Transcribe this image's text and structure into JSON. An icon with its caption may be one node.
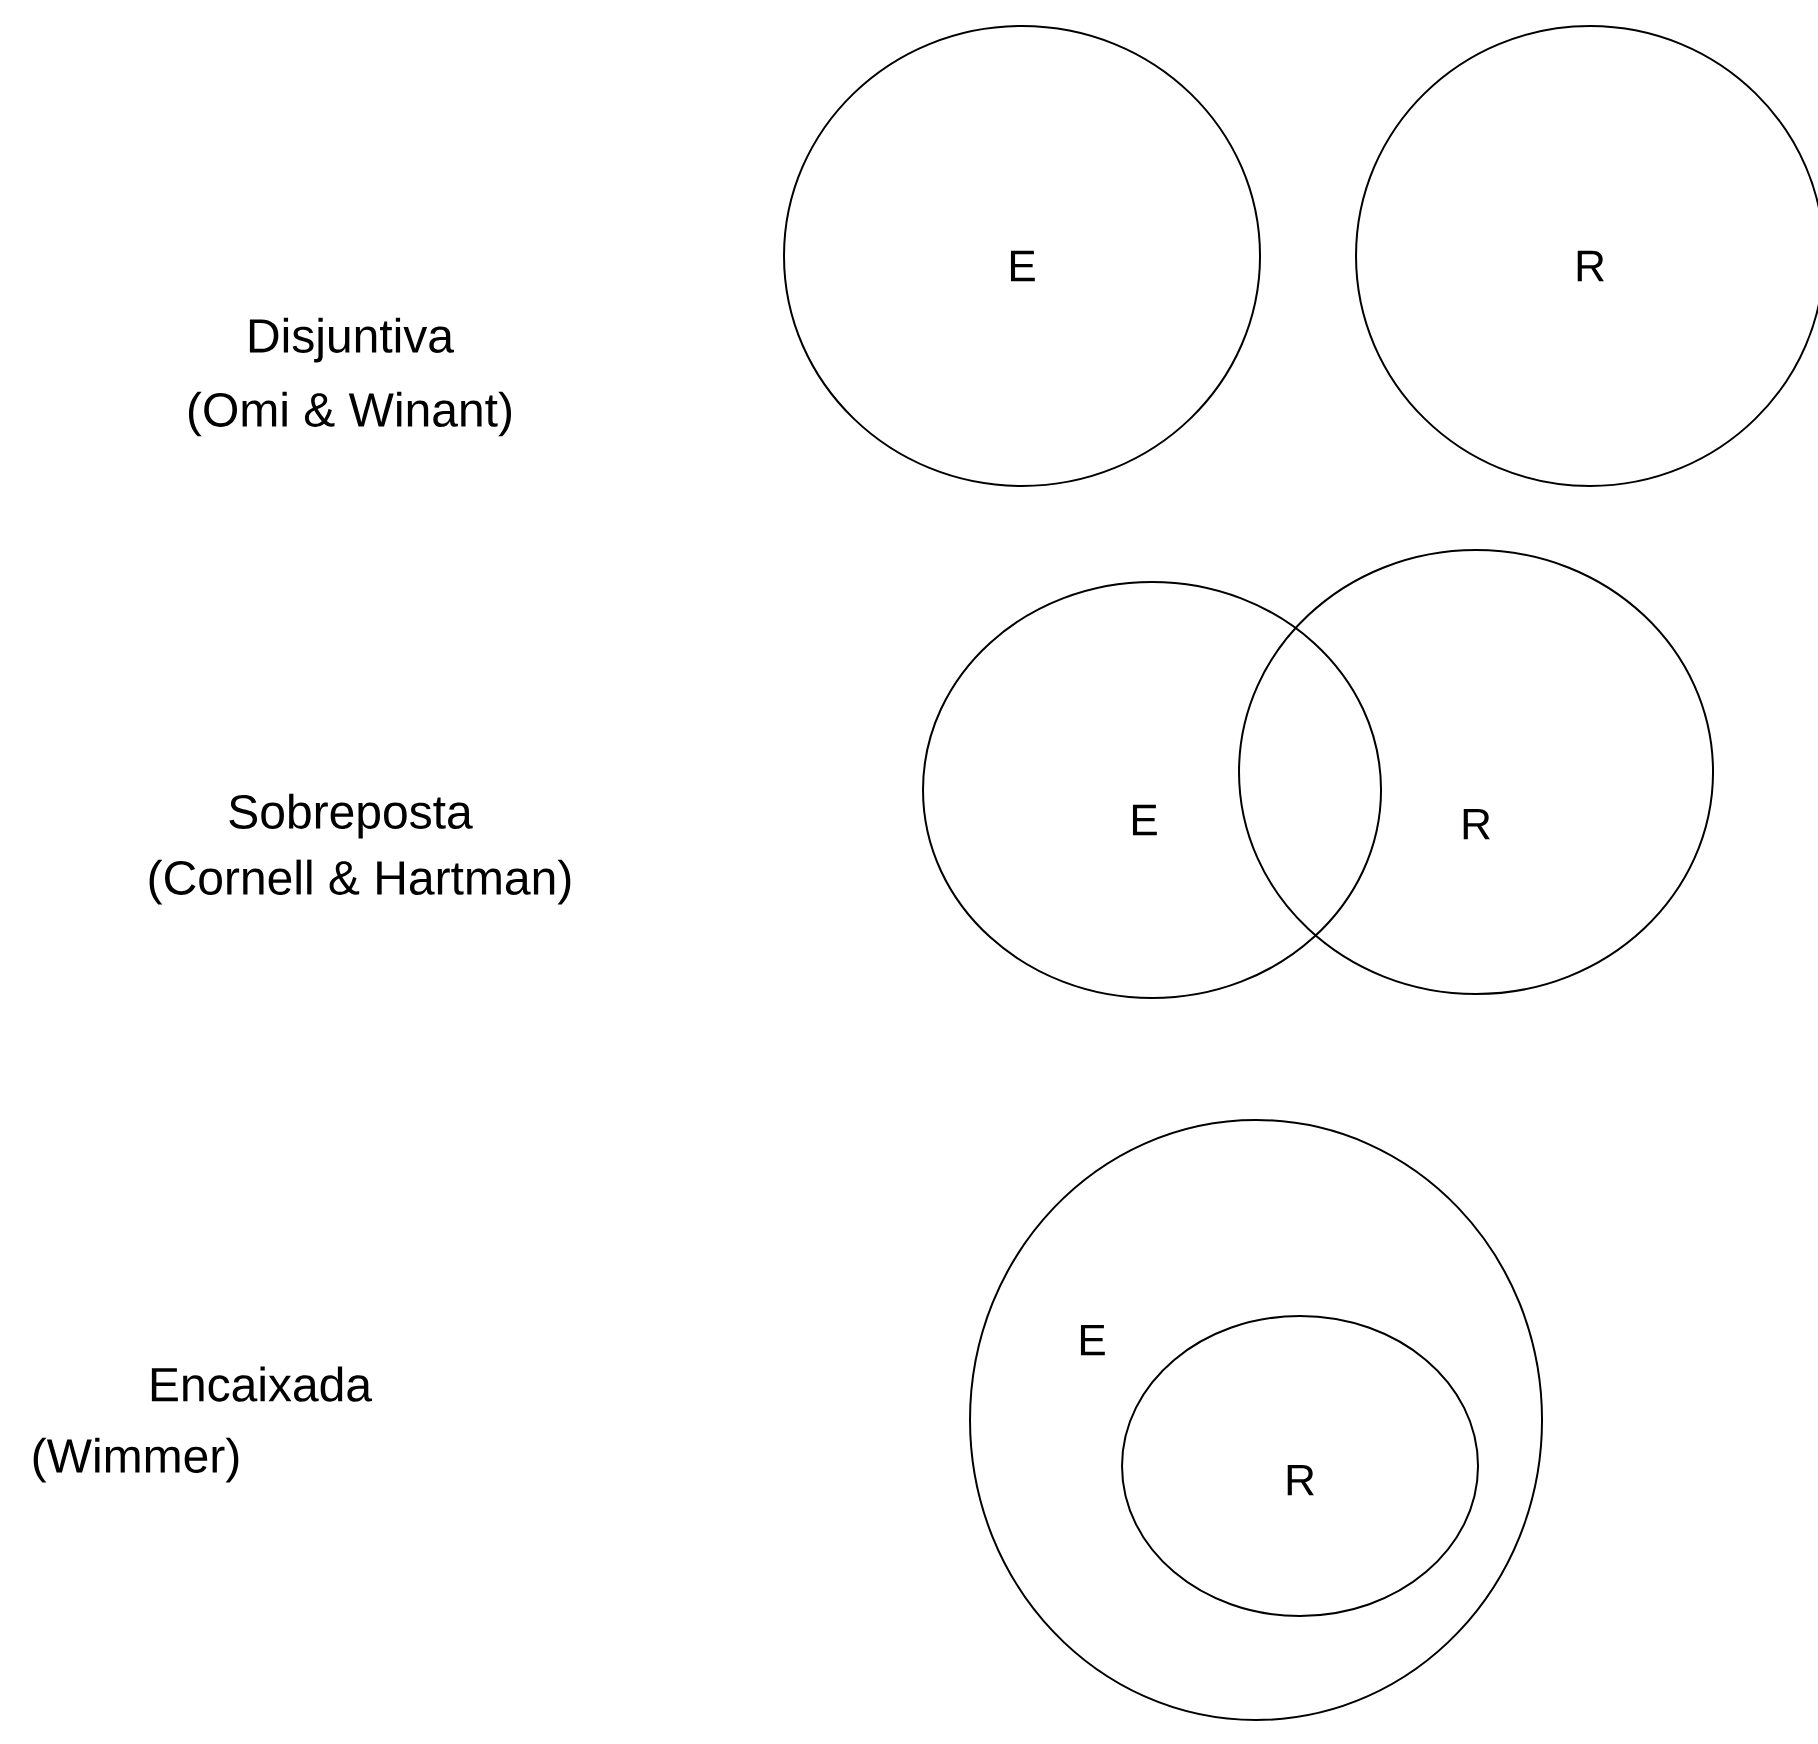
{
  "diagram": {
    "nodes": [
      {
        "text": [
          "E"
        ]
      },
      {
        "text": [
          "R"
        ]
      },
      {
        "text": [
          "E"
        ]
      },
      {
        "text": [
          "R"
        ]
      },
      {
        "text": [
          "E"
        ]
      },
      {
        "text": [
          "R"
        ],
        "in": 4
      }
    ],
    "labels": [
      "Disjuntiva",
      "(Omi & Winant)",
      "Sobreposta",
      "(Cornell & Hartman)",
      "Encaixada",
      "(Wimmer)"
    ]
  }
}
